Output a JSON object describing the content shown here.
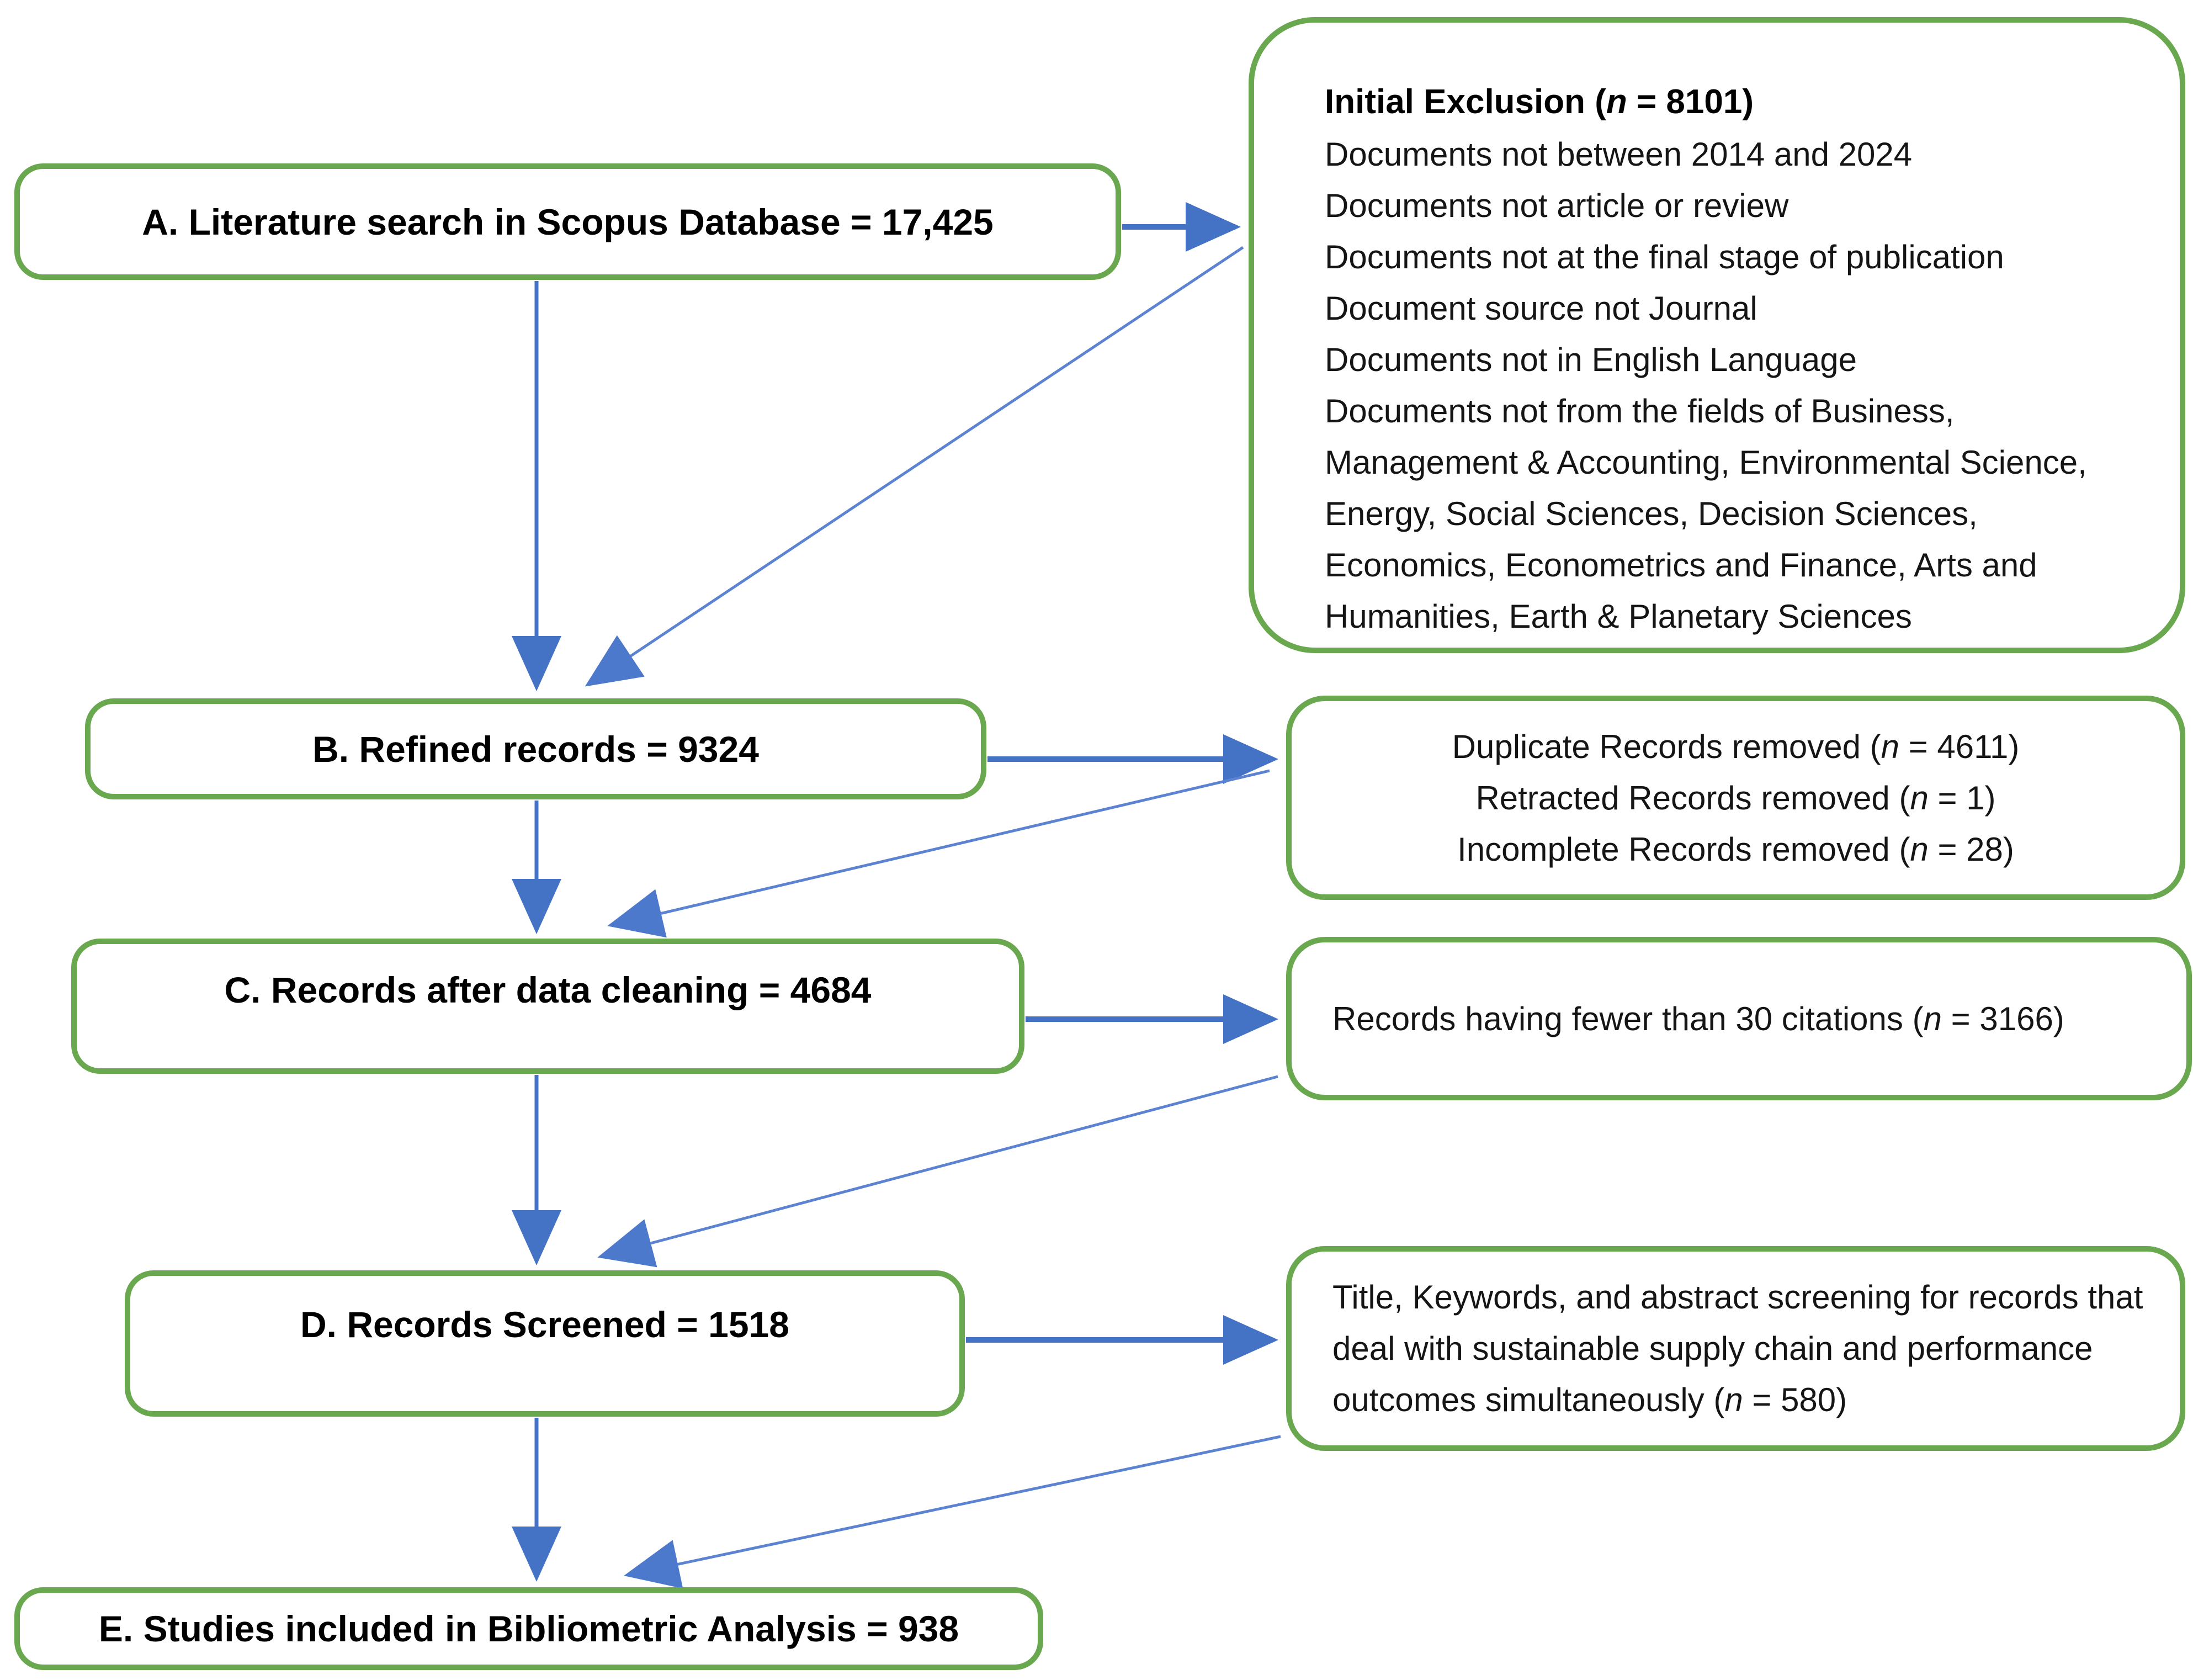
{
  "colors": {
    "box_border_green": "#6aa84f",
    "arrow_blue": "#4472c4",
    "diagonal_arrow_blue": "#5b83d1",
    "text": "#151515",
    "background": "#ffffff"
  },
  "flow_boxes": [
    {
      "id": "A",
      "label": "A. Literature search in Scopus Database = 17,425"
    },
    {
      "id": "B",
      "label": "B. Refined records = 9324"
    },
    {
      "id": "C",
      "label": "C. Records after data cleaning = 4684"
    },
    {
      "id": "D",
      "label": "D. Records Screened = 1518"
    },
    {
      "id": "E",
      "label": "E. Studies included in Bibliometric Analysis = 938"
    }
  ],
  "side_boxes": [
    {
      "id": "initial-exclusion",
      "title": "Initial Exclusion (n = 8101)",
      "lines": [
        "Documents not between 2014 and 2024",
        "Documents not article or review",
        "Documents not at the final stage of publication",
        "Document source not Journal",
        "Documents not in English Language",
        "Documents not from the fields of Business, Management & Accounting, Environmental Science, Energy, Social Sciences, Decision Sciences, Economics, Econometrics and Finance, Arts and Humanities, Earth & Planetary Sciences"
      ]
    },
    {
      "id": "data-cleaning-removals",
      "lines": [
        "Duplicate Records removed (n = 4611)",
        "Retracted Records removed (n = 1)",
        "Incomplete Records removed (n = 28)"
      ]
    },
    {
      "id": "citation-filter",
      "lines": [
        "Records having fewer than 30 citations (n = 3166)"
      ]
    },
    {
      "id": "screening",
      "lines": [
        "Title, Keywords, and abstract screening for records that deal with sustainable supply chain and performance outcomes simultaneously (n = 580)"
      ]
    }
  ]
}
